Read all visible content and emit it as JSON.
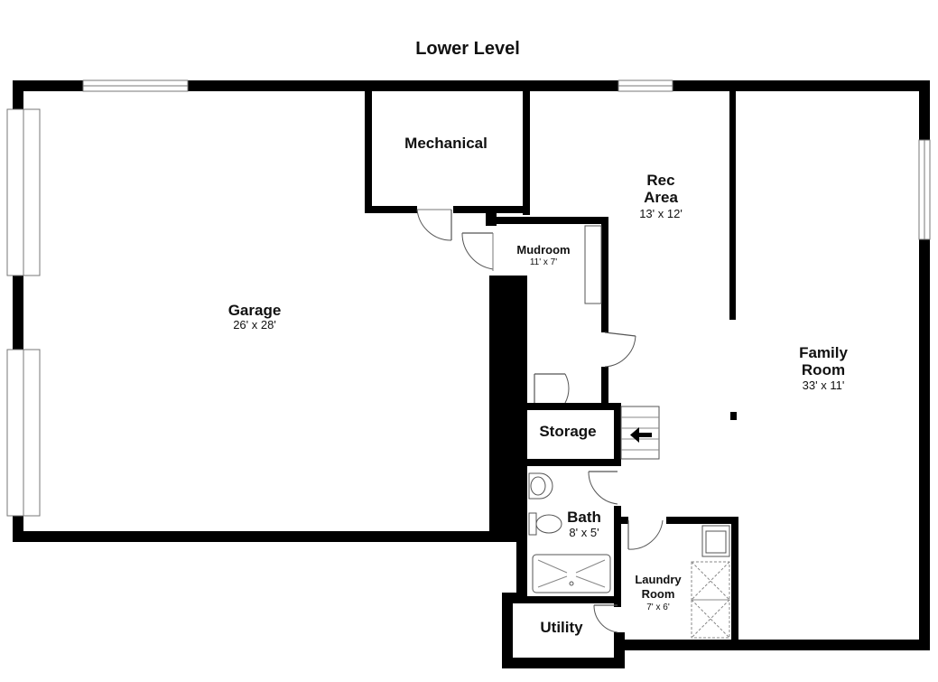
{
  "title": "Lower Level",
  "rooms": {
    "garage": {
      "name": "Garage",
      "dims": "26' x 28'"
    },
    "mechanical": {
      "name": "Mechanical"
    },
    "rec_area": {
      "name_line1": "Rec",
      "name_line2": "Area",
      "dims": "13' x 12'"
    },
    "mudroom": {
      "name": "Mudroom",
      "dims": "11' x 7'"
    },
    "family_room": {
      "name_line1": "Family",
      "name_line2": "Room",
      "dims": "33' x 11'"
    },
    "storage": {
      "name": "Storage"
    },
    "bath": {
      "name": "Bath",
      "dims": "8' x 5'"
    },
    "laundry_room": {
      "name_line1": "Laundry",
      "name_line2": "Room",
      "dims": "7' x 6'"
    },
    "utility": {
      "name": "Utility"
    }
  },
  "colors": {
    "wall": "#000000",
    "background": "#ffffff",
    "fixture": "#777777"
  },
  "icons": [
    "stair-arrow-icon",
    "door-swing-icon",
    "window-icon",
    "sink-icon",
    "toilet-icon",
    "shower-icon"
  ]
}
